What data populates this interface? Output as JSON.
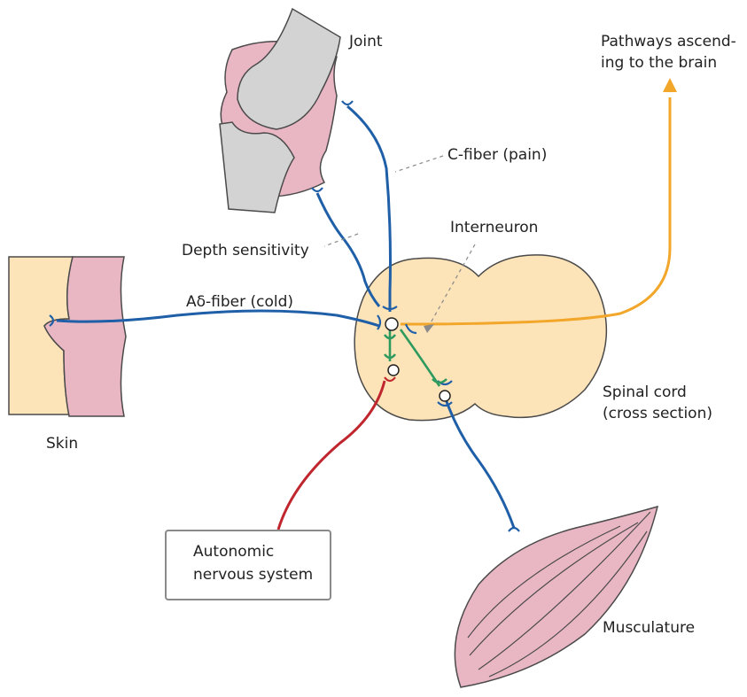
{
  "labels": {
    "joint": "Joint",
    "pathways_line1": "Pathways ascend-",
    "pathways_line2": "ing to the brain",
    "c_fiber": "C-fiber (pain)",
    "interneuron": "Interneuron",
    "depth_sensitivity": "Depth sensitivity",
    "a_delta_fiber": "Aδ-fiber (cold)",
    "spinal_cord_line1": "Spinal cord",
    "spinal_cord_line2": "(cross section)",
    "skin": "Skin",
    "autonomic_line1": "Autonomic",
    "autonomic_line2": "nervous system",
    "musculature": "Musculature"
  },
  "colors": {
    "afferent_blue": "#1f5fa8",
    "efferent_green": "#2e9a5e",
    "autonomic_red": "#c0262d",
    "ascending_orange": "#f2a62a",
    "spinal_cord_fill": "#fde3b8",
    "tissue_pink": "#e9b6c4",
    "skin_yellow": "#fde3b8",
    "bone_gray": "#d3d3d3"
  }
}
